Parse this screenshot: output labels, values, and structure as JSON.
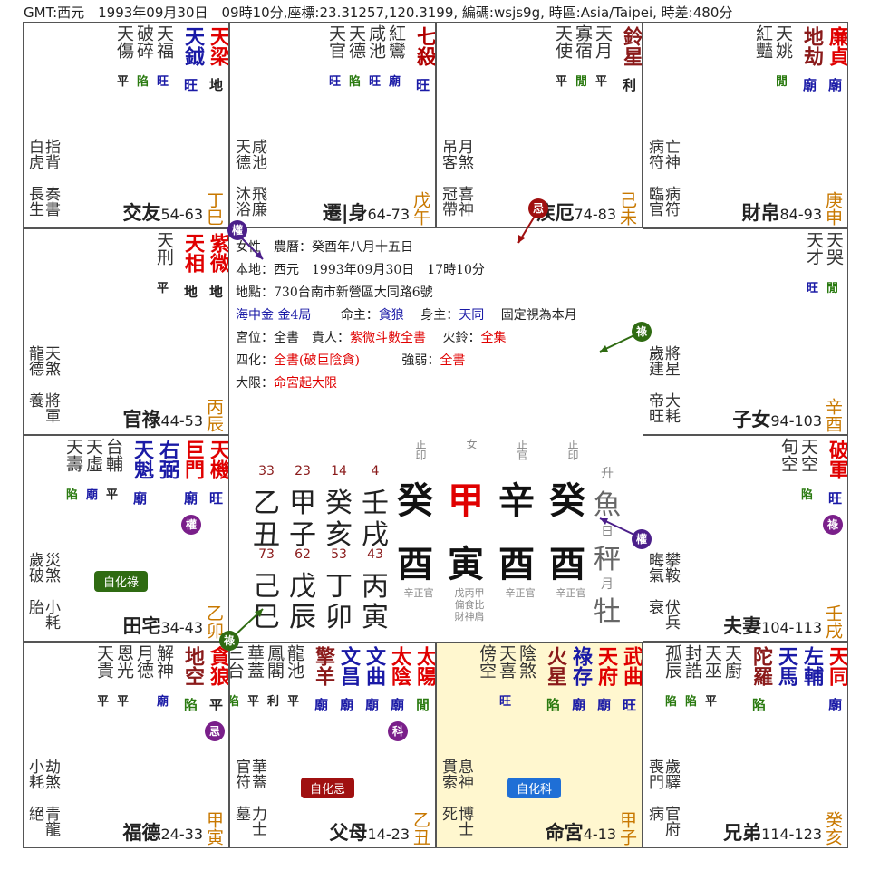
{
  "header": "GMT:西元　1993年09月30日　09時10分,座標:23.31257,120.3199, 編碼:wsjs9g, 時區:Asia/Taipei, 時差:480分",
  "palaces": {
    "jiaoyou": {
      "name": "交友",
      "age": "54-63",
      "gz": "丁巳",
      "main": [
        {
          "t": "天梁",
          "c": "#e00000",
          "b": "地"
        },
        {
          "t": "天鉞",
          "c": "#1a1aa6",
          "b": "旺"
        }
      ],
      "minor": [
        {
          "t": "天福",
          "c": "#333",
          "b": "旺"
        },
        {
          "t": "破碎",
          "c": "#333",
          "b": "陷"
        },
        {
          "t": "天傷",
          "c": "#333",
          "b": "平"
        }
      ],
      "s1": "指背",
      "s2": "白虎",
      "b1": "奏書",
      "b2": "長生"
    },
    "qianyi": {
      "name": "遷|身",
      "age": "64-73",
      "gz": "戊午",
      "main": [
        {
          "t": "七殺",
          "c": "#b00000",
          "b": "旺"
        }
      ],
      "minor": [
        {
          "t": "紅鸞",
          "c": "#333",
          "b": "廟"
        },
        {
          "t": "咸池",
          "c": "#333",
          "b": "旺"
        },
        {
          "t": "天德",
          "c": "#333",
          "b": "陷"
        },
        {
          "t": "天官",
          "c": "#333",
          "b": "旺"
        }
      ],
      "s1": "咸池",
      "s2": "天德",
      "b1": "飛廉",
      "b2": "沐浴"
    },
    "jie": {
      "name": "疾厄",
      "age": "74-83",
      "gz": "己未",
      "main": [
        {
          "t": "鈴星",
          "c": "#8a1a1a",
          "b": "利"
        }
      ],
      "minor": [
        {
          "t": "天月",
          "c": "#333",
          "b": "平"
        },
        {
          "t": "寡宿",
          "c": "#333",
          "b": "閒"
        },
        {
          "t": "天使",
          "c": "#333",
          "b": "平"
        }
      ],
      "s1": "月煞",
      "s2": "吊客",
      "b1": "喜神",
      "b2": "冠帶"
    },
    "caibo": {
      "name": "財帛",
      "age": "84-93",
      "gz": "庚申",
      "main": [
        {
          "t": "廉貞",
          "c": "#e00000",
          "b": "廟"
        },
        {
          "t": "地劫",
          "c": "#8a1a1a",
          "b": "廟"
        }
      ],
      "minor": [
        {
          "t": "天姚",
          "c": "#333",
          "b": "閒"
        },
        {
          "t": "紅豔",
          "c": "#333",
          "b": ""
        }
      ],
      "s1": "亡神",
      "s2": "病符",
      "b1": "病符",
      "b2": "臨官"
    },
    "guanlu": {
      "name": "官祿",
      "age": "44-53",
      "gz": "丙辰",
      "main": [
        {
          "t": "紫微",
          "c": "#e00000",
          "b": "地"
        },
        {
          "t": "天相",
          "c": "#e00000",
          "b": "地"
        }
      ],
      "minor": [
        {
          "t": "天刑",
          "c": "#333",
          "b": "平"
        }
      ],
      "s1": "天煞",
      "s2": "龍德",
      "b1": "將軍",
      "b2": "養"
    },
    "zinv": {
      "name": "子女",
      "age": "94-103",
      "gz": "辛酉",
      "main": [],
      "minor": [
        {
          "t": "天哭",
          "c": "#333",
          "b": "閒"
        },
        {
          "t": "天才",
          "c": "#333",
          "b": "旺"
        }
      ],
      "s1": "將星",
      "s2": "歲建",
      "b1": "大耗",
      "b2": "帝旺"
    },
    "tianzhai": {
      "name": "田宅",
      "age": "34-43",
      "gz": "乙卯",
      "main": [
        {
          "t": "天機",
          "c": "#e00000",
          "b": "旺"
        },
        {
          "t": "巨門",
          "c": "#e00000",
          "b": "廟"
        },
        {
          "t": "右弼",
          "c": "#1a1aa6",
          "b": ""
        },
        {
          "t": "天魁",
          "c": "#1a1aa6",
          "b": "廟"
        }
      ],
      "minor": [
        {
          "t": "台輔",
          "c": "#333",
          "b": "平"
        },
        {
          "t": "天虛",
          "c": "#333",
          "b": "廟"
        },
        {
          "t": "天壽",
          "c": "#333",
          "b": "陷"
        }
      ],
      "s1": "災煞",
      "s2": "歲破",
      "b1": "小耗",
      "b2": "胎"
    },
    "fuqi": {
      "name": "夫妻",
      "age": "104-113",
      "gz": "壬戌",
      "main": [
        {
          "t": "破軍",
          "c": "#e00000",
          "b": "旺"
        }
      ],
      "minor": [
        {
          "t": "天空",
          "c": "#333",
          "b": "陷"
        },
        {
          "t": "旬空",
          "c": "#333",
          "b": ""
        }
      ],
      "s1": "攀鞍",
      "s2": "晦氣",
      "b1": "伏兵",
      "b2": "衰"
    },
    "fude": {
      "name": "福德",
      "age": "24-33",
      "gz": "甲寅",
      "main": [
        {
          "t": "貪狼",
          "c": "#e00000",
          "b": "平"
        },
        {
          "t": "地空",
          "c": "#8a1a1a",
          "b": "陷"
        }
      ],
      "minor": [
        {
          "t": "解神",
          "c": "#333",
          "b": "廟"
        },
        {
          "t": "月德",
          "c": "#333",
          "b": ""
        },
        {
          "t": "恩光",
          "c": "#333",
          "b": "平"
        },
        {
          "t": "天貴",
          "c": "#333",
          "b": "平"
        }
      ],
      "s1": "劫煞",
      "s2": "小耗",
      "b1": "青龍",
      "b2": "絕"
    },
    "fumu": {
      "name": "父母",
      "age": "14-23",
      "gz": "乙丑",
      "main": [
        {
          "t": "太陽",
          "c": "#e00000",
          "b": "閒"
        },
        {
          "t": "太陰",
          "c": "#e00000",
          "b": "廟"
        },
        {
          "t": "文曲",
          "c": "#1a1aa6",
          "b": "廟"
        },
        {
          "t": "文昌",
          "c": "#1a1aa6",
          "b": "廟"
        },
        {
          "t": "擎羊",
          "c": "#8a1a1a",
          "b": "廟"
        }
      ],
      "minor": [
        {
          "t": "龍池",
          "c": "#333",
          "b": "平"
        },
        {
          "t": "鳳閣",
          "c": "#333",
          "b": "利"
        },
        {
          "t": "華蓋",
          "c": "#333",
          "b": "平"
        },
        {
          "t": "三台",
          "c": "#333",
          "b": "陷"
        }
      ],
      "s1": "華蓋",
      "s2": "官符",
      "b1": "力士",
      "b2": "墓"
    },
    "ming": {
      "name": "命宮",
      "age": "4-13",
      "gz": "甲子",
      "main": [
        {
          "t": "武曲",
          "c": "#e00000",
          "b": "旺"
        },
        {
          "t": "天府",
          "c": "#e00000",
          "b": "廟"
        },
        {
          "t": "祿存",
          "c": "#1a1aa6",
          "b": "廟"
        },
        {
          "t": "火星",
          "c": "#8a1a1a",
          "b": "陷"
        }
      ],
      "minor": [
        {
          "t": "陰煞",
          "c": "#333",
          "b": ""
        },
        {
          "t": "天喜",
          "c": "#333",
          "b": "旺"
        },
        {
          "t": "傍空",
          "c": "#333",
          "b": ""
        }
      ],
      "s1": "息神",
      "s2": "貫索",
      "b1": "博士",
      "b2": "死"
    },
    "xiongdi": {
      "name": "兄弟",
      "age": "114-123",
      "gz": "癸亥",
      "main": [
        {
          "t": "天同",
          "c": "#e00000",
          "b": "廟"
        },
        {
          "t": "左輔",
          "c": "#1a1aa6",
          "b": ""
        },
        {
          "t": "天馬",
          "c": "#1a1aa6",
          "b": ""
        },
        {
          "t": "陀羅",
          "c": "#8a1a1a",
          "b": "陷"
        }
      ],
      "minor": [
        {
          "t": "天廚",
          "c": "#333",
          "b": ""
        },
        {
          "t": "天巫",
          "c": "#333",
          "b": "平"
        },
        {
          "t": "封誥",
          "c": "#333",
          "b": "陷"
        },
        {
          "t": "孤辰",
          "c": "#333",
          "b": "陷"
        }
      ],
      "s1": "歲驛",
      "s2": "喪門",
      "b1": "官府",
      "b2": "病"
    }
  },
  "center": {
    "l1": "女性　農曆：癸酉年八月十五日",
    "l2": "本地：西元　1993年09月30日　17時10分",
    "l3": "地點：730台南市新營區大同路6號",
    "l4a": "海中金 金4局",
    "l4b": "命主：",
    "l4c": "貪狼",
    "l4d": "身主：",
    "l4e": "天同",
    "l4f": "固定視為本月",
    "l5a": "宮位：全書　貴人：",
    "l5b": "紫微斗數全書",
    "l5c": "火鈴：",
    "l5d": "全集",
    "l6a": "四化：",
    "l6b": "全書(破巨陰貪)",
    "l6c": "強弱：",
    "l6d": "全書",
    "l7a": "大限：",
    "l7b": "命宮起大限"
  },
  "bazi": {
    "shens": [
      "正印",
      "女",
      "正官",
      "正印"
    ],
    "stems": [
      "癸",
      "甲",
      "辛",
      "癸"
    ],
    "branches": [
      "酉",
      "寅",
      "酉",
      "酉"
    ],
    "dayun1_ages": [
      "33",
      "23",
      "14",
      "4"
    ],
    "dayun1_stems": [
      "乙",
      "甲",
      "癸",
      "壬"
    ],
    "dayun1_branches": [
      "丑",
      "子",
      "亥",
      "戌"
    ],
    "dayun2_ages": [
      "73",
      "62",
      "53",
      "43"
    ],
    "dayun2_stems": [
      "己",
      "戊",
      "丁",
      "丙"
    ],
    "dayun2_branches": [
      "巳",
      "辰",
      "卯",
      "寅"
    ],
    "hidden": [
      "辛正官",
      "戊丙甲 偏食比 財神肩",
      "辛正官",
      "辛正官"
    ],
    "side1": "升",
    "side2": "魚",
    "side3": "秤",
    "side4": "牡",
    "side_sm1": "日",
    "side_sm2": "月"
  },
  "badges": {
    "quan": "權",
    "lu": "祿",
    "ji": "忌",
    "ke": "科"
  },
  "pills": {
    "zlu": "自化祿",
    "zji": "自化忌",
    "zke": "自化科"
  }
}
